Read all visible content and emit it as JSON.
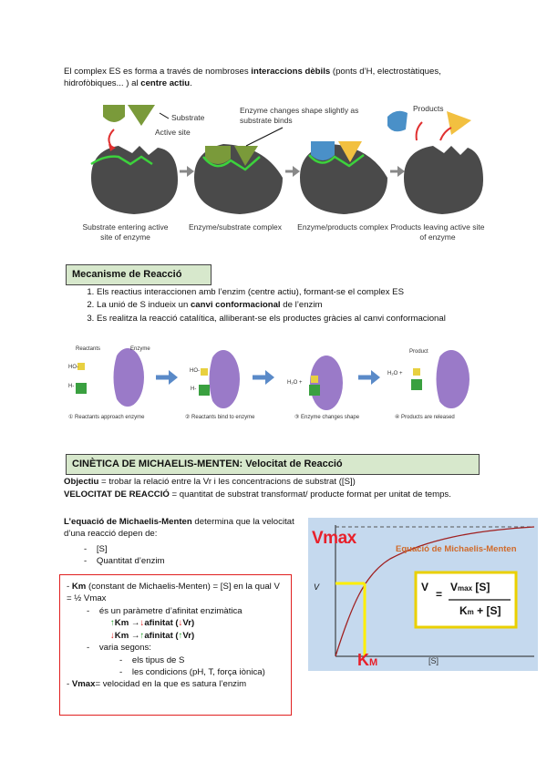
{
  "intro": {
    "pre": "El complex ES es forma a través de nombroses ",
    "bold1": "interaccions dèbils",
    "mid": " (ponts d’H, electrostàtiques, hidrofòbiques... ) al ",
    "bold2": "centre actiu",
    "post": "."
  },
  "figure1": {
    "label_substrate": "Substrate",
    "label_active_site": "Active site",
    "label_shape": "Enzyme changes shape slightly as substrate binds",
    "label_products": "Products",
    "caption1": "Substrate entering active site of enzyme",
    "caption2": "Enzyme/substrate complex",
    "caption3": "Enzyme/products complex",
    "caption4": "Products leaving active site of enzyme"
  },
  "mechanism": {
    "heading": "Mecanisme de Reacció",
    "step1": "Els reactius interaccionen amb l’enzim (centre actiu), formant-se el complex ES",
    "step2_pre": "La unió de S indueix un ",
    "step2_bold": "canvi conformacional",
    "step2_post": " de l’enzim",
    "step3": "Es realitza la reacció catalítica, alliberant-se els productes gràcies al canvi conformacional"
  },
  "figure2": {
    "label_reactants": "Reactants",
    "label_enzyme": "Enzyme",
    "label_product": "Product",
    "label_ho": "HO-",
    "label_h": "H-",
    "label_h2o": "H₂O +",
    "caption1": "① Reactants approach enzyme",
    "caption2": "② Reactants bind to enzyme",
    "caption3": "③ Enzyme changes shape",
    "caption4": "④ Products are released"
  },
  "kinetics": {
    "heading": "CINÈTICA DE MICHAELIS-MENTEN: Velocitat de Reacció",
    "objective_label": "Objectiu",
    "objective_text": " = trobar la relació entre la Vr i les concentracions de substrat ([S])",
    "velocity_label": "VELOCITAT DE REACCIÓ",
    "velocity_text": " = quantitat de substrat transformat/ producte format per unitat de temps.",
    "equation_label": "L’equació de Michaelis-Menten",
    "equation_text": " determina que la velocitat d’una reacció depen de:",
    "dep1": "[S]",
    "dep2": "Quantitat d’enzim"
  },
  "km_box": {
    "km_label": "Km",
    "km_def": " (constant de Michaelis-Menten) = [S] en la qual V = ½ Vmax",
    "item1": "és un paràmetre d’afinitat enzimàtica",
    "up_km": "↑Km →↓afinitat (↓Vr)",
    "down_km": "↓Km →↑afinitat (↑Vr)",
    "item2": "varia segons:",
    "sub1": "els tipus de S",
    "sub2": "les condicions (pH, T, força iònica)",
    "vmax_label": "Vmax",
    "vmax_def": "= velocidad en la que es satura l’enzim"
  },
  "graph": {
    "vmax_label": "Vmax",
    "v_label": "V",
    "curve_title": "Equació de Michaelis-Menten",
    "km_label": "K",
    "km_sub": "M",
    "s_label": "[S]",
    "formula_v": "V",
    "formula_eq": "=",
    "formula_num": "V",
    "formula_num_sub": "max",
    "formula_num_s": "[S]",
    "formula_den": "K",
    "formula_den_sub": "m",
    "formula_den_rest": "+ [S]"
  }
}
